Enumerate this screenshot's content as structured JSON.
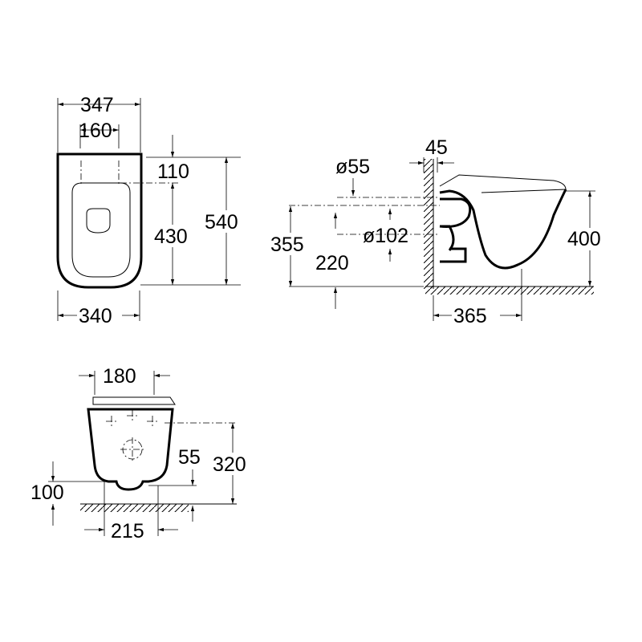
{
  "front_view": {
    "width_overall": "347",
    "seat_fixing_distance": "160",
    "fixing_offset": "110",
    "fixing_to_bottom": "430",
    "length": "540",
    "bowl_width": "340"
  },
  "side_view": {
    "diameter_inlet": "ø55",
    "wall_gap": "45",
    "inlet_height": "355",
    "outlet_height": "220",
    "diameter_outlet": "ø102",
    "rim_height": "400",
    "projection": "365"
  },
  "rear_view": {
    "fixing_distance": "180",
    "outlet_offset": "55",
    "fixing_height": "320",
    "outlet_height": "100",
    "outlet_width": "215"
  }
}
